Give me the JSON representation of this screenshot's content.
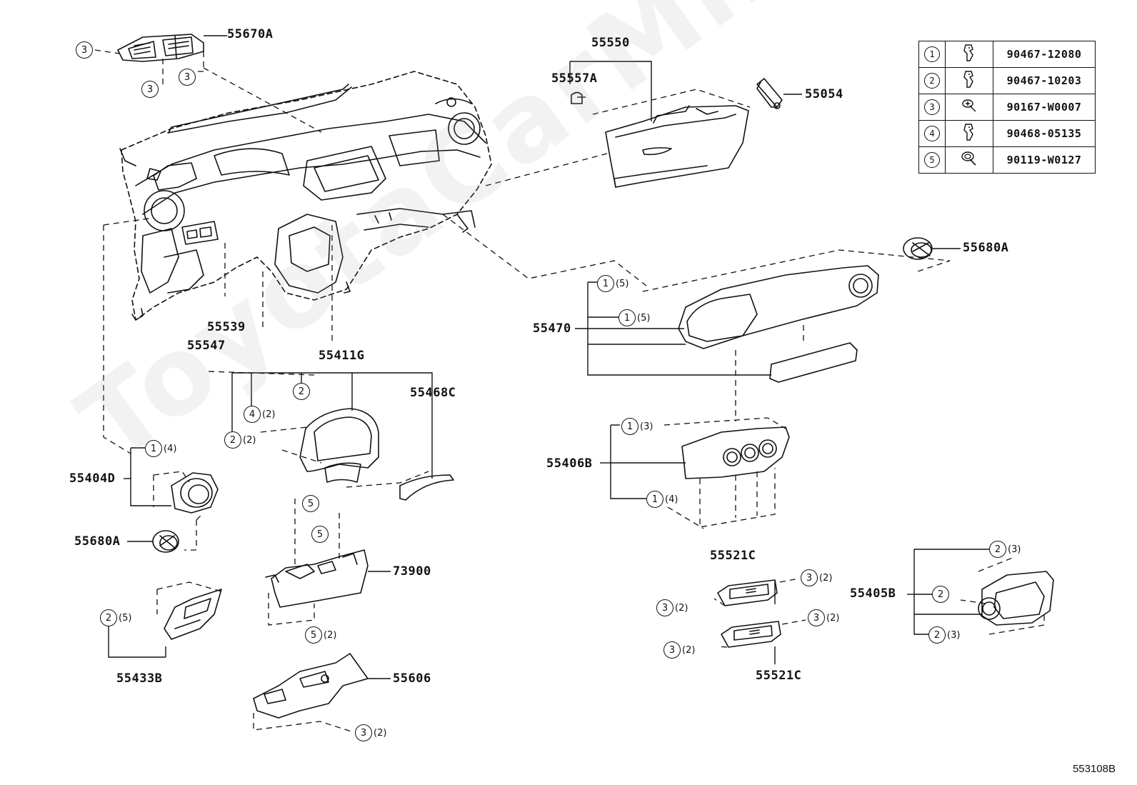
{
  "diagram": {
    "watermark": "ToyotaCarMine",
    "reference_code": "553108B",
    "part_labels": {
      "p55670A": "55670A",
      "p55550": "55550",
      "p55557A": "55557A",
      "p55054": "55054",
      "p55680A_top": "55680A",
      "p55470": "55470",
      "p55539": "55539",
      "p55547": "55547",
      "p55411G": "55411G",
      "p55468C": "55468C",
      "p55406B": "55406B",
      "p55404D": "55404D",
      "p55680A_left": "55680A",
      "p73900": "73900",
      "p55433B": "55433B",
      "p55606": "55606",
      "p55521C_top": "55521C",
      "p55521C_bottom": "55521C",
      "p55405B": "55405B"
    },
    "callouts": [
      {
        "num": "3",
        "qty": ""
      },
      {
        "num": "3",
        "qty": ""
      },
      {
        "num": "3",
        "qty": ""
      },
      {
        "num": "1",
        "qty": "(5)"
      },
      {
        "num": "1",
        "qty": "(5)"
      },
      {
        "num": "2",
        "qty": ""
      },
      {
        "num": "4",
        "qty": "(2)"
      },
      {
        "num": "2",
        "qty": "(2)"
      },
      {
        "num": "1",
        "qty": "(3)"
      },
      {
        "num": "1",
        "qty": "(4)"
      },
      {
        "num": "1",
        "qty": "(4)"
      },
      {
        "num": "5",
        "qty": ""
      },
      {
        "num": "5",
        "qty": ""
      },
      {
        "num": "5",
        "qty": "(2)"
      },
      {
        "num": "2",
        "qty": "(5)"
      },
      {
        "num": "3",
        "qty": "(2)"
      },
      {
        "num": "3",
        "qty": "(2)"
      },
      {
        "num": "3",
        "qty": "(2)"
      },
      {
        "num": "3",
        "qty": "(2)"
      },
      {
        "num": "3",
        "qty": "(2)"
      },
      {
        "num": "2",
        "qty": "(3)"
      },
      {
        "num": "2",
        "qty": ""
      },
      {
        "num": "2",
        "qty": "(3)"
      }
    ],
    "legend": [
      {
        "num": "1",
        "part_no": "90467-12080",
        "icon": "clip-icon"
      },
      {
        "num": "2",
        "part_no": "90467-10203",
        "icon": "clip-icon"
      },
      {
        "num": "3",
        "part_no": "90167-W0007",
        "icon": "screw-icon"
      },
      {
        "num": "4",
        "part_no": "90468-05135",
        "icon": "clip-icon"
      },
      {
        "num": "5",
        "part_no": "90119-W0127",
        "icon": "screw-icon"
      }
    ]
  }
}
